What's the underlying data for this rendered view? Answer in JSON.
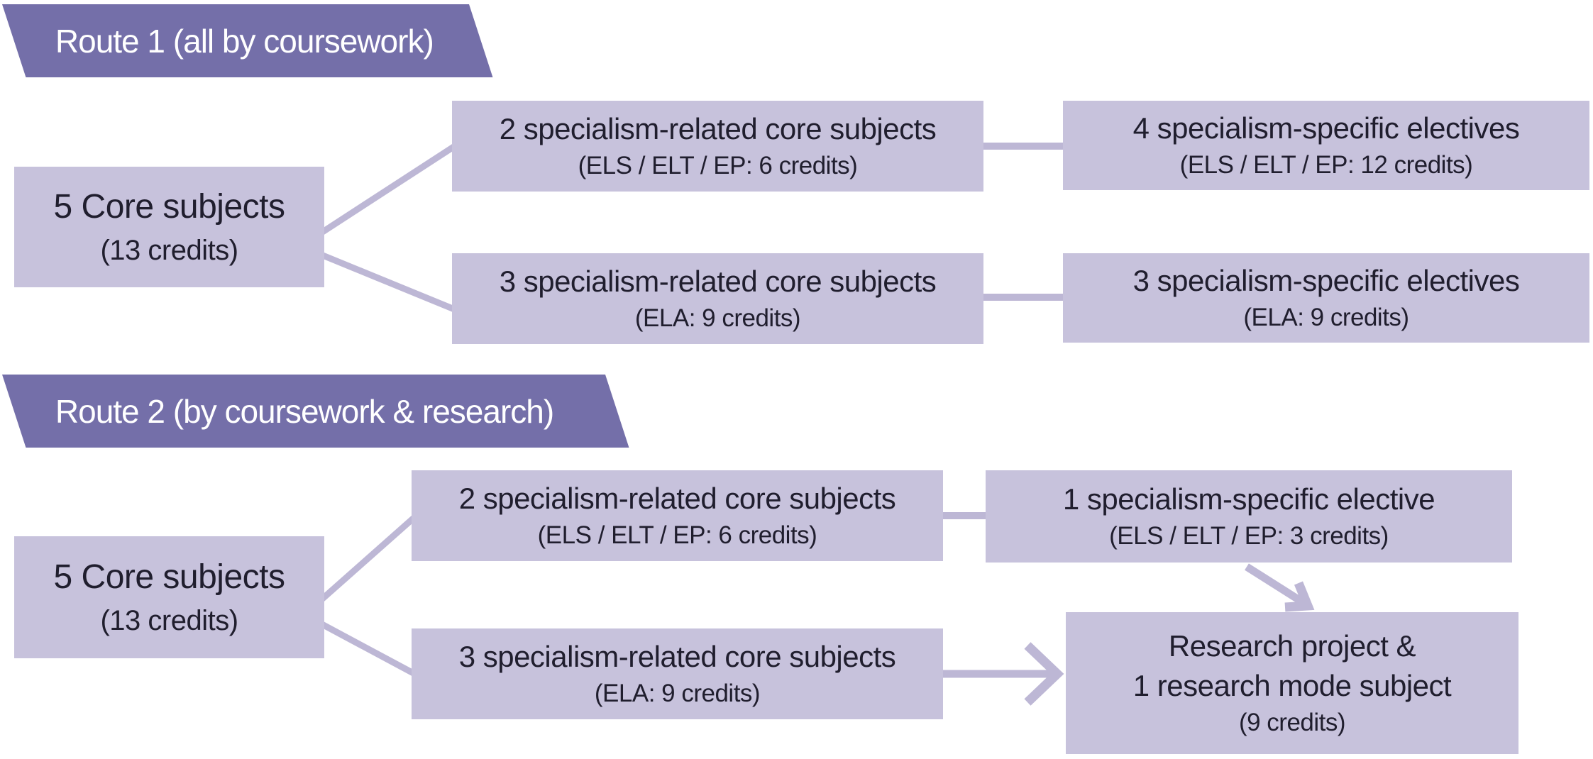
{
  "colors": {
    "background": "#FFFFFF",
    "banner_fill": "#746FA9",
    "banner_text": "#FFFFFF",
    "box_fill": "#C7C2DC",
    "box_text": "#201E2E",
    "connector": "#BDB7D5"
  },
  "route1": {
    "banner_label": "Route 1 (all by coursework)",
    "core_box": {
      "line1": "5 Core subjects",
      "line2": "(13 credits)"
    },
    "branch_boxes": [
      {
        "line1": "2 specialism-related core subjects",
        "line2": "(ELS / ELT / EP: 6 credits)"
      },
      {
        "line1": "3 specialism-related core subjects",
        "line2": "(ELA: 9 credits)"
      }
    ],
    "elective_boxes": [
      {
        "line1": "4 specialism-specific electives",
        "line2": "(ELS / ELT / EP: 12 credits)"
      },
      {
        "line1": "3 specialism-specific electives",
        "line2": "(ELA: 9 credits)"
      }
    ]
  },
  "route2": {
    "banner_label": "Route 2 (by coursework & research)",
    "core_box": {
      "line1": "5 Core subjects",
      "line2": "(13 credits)"
    },
    "branch_boxes": [
      {
        "line1": "2 specialism-related core subjects",
        "line2": "(ELS / ELT / EP: 6 credits)"
      },
      {
        "line1": "3 specialism-related core subjects",
        "line2": "(ELA: 9 credits)"
      }
    ],
    "elective_box": {
      "line1": "1 specialism-specific elective",
      "line2": "(ELS / ELT / EP: 3 credits)"
    },
    "research_box": {
      "line1": "Research project &",
      "line2": "1 research mode subject",
      "line3": "(9 credits)"
    }
  }
}
